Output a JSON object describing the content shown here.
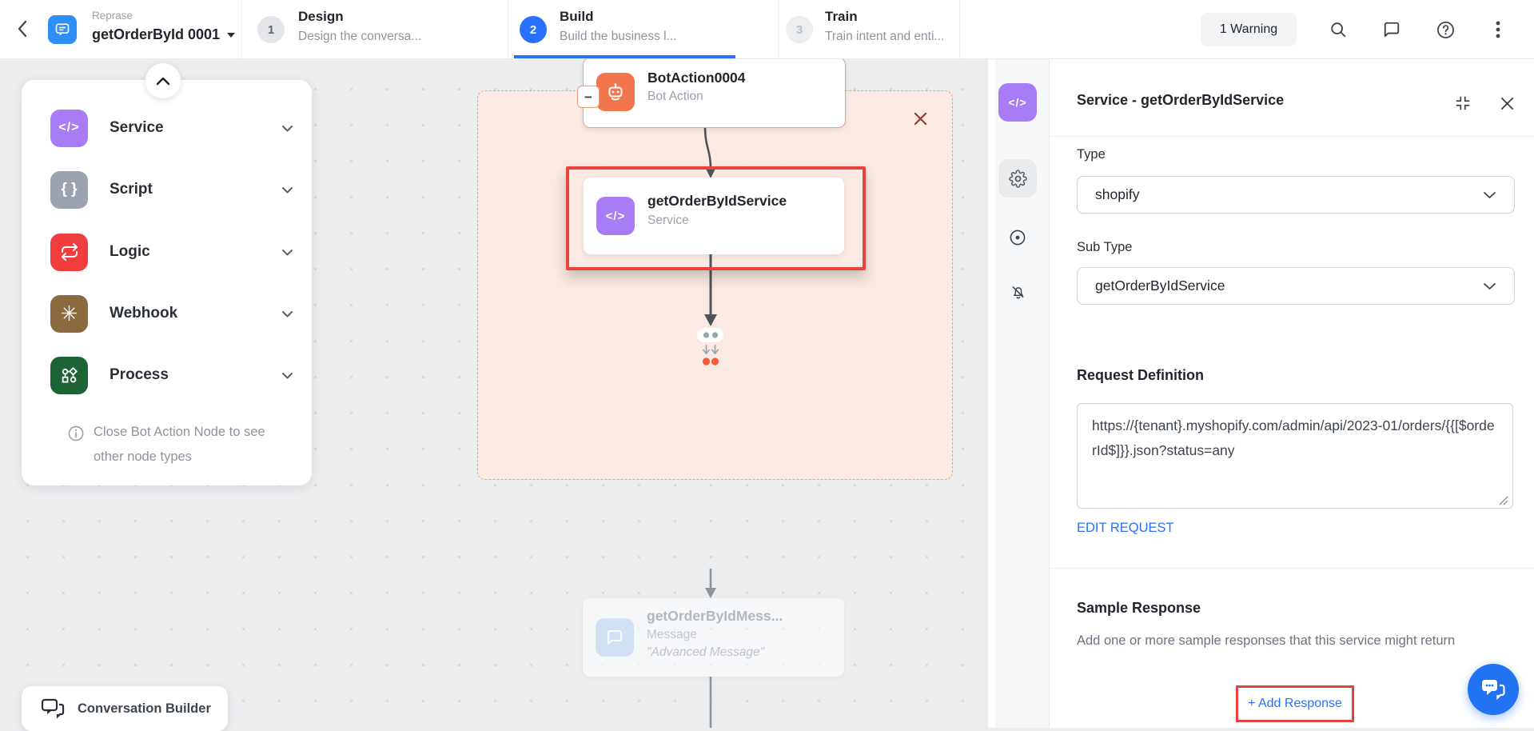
{
  "header": {
    "app_name": "Reprase",
    "bot_name": "getOrderById 0001",
    "steps": [
      {
        "num": "1",
        "label": "Design",
        "desc": "Design the conversa..."
      },
      {
        "num": "2",
        "label": "Build",
        "desc": "Build the business l..."
      },
      {
        "num": "3",
        "label": "Train",
        "desc": "Train intent and enti..."
      }
    ],
    "warning_label": "1 Warning"
  },
  "sidebar": {
    "items": [
      {
        "label": "Service",
        "glyph": "</>"
      },
      {
        "label": "Script",
        "glyph": "{ }"
      },
      {
        "label": "Logic",
        "glyph": ""
      },
      {
        "label": "Webhook",
        "glyph": "✳"
      },
      {
        "label": "Process",
        "glyph": ""
      }
    ],
    "info_text": "Close Bot Action Node to see other node types"
  },
  "canvas": {
    "bot_action_node": {
      "title": "BotAction0004",
      "subtitle": "Bot Action",
      "collapse_glyph": "−"
    },
    "service_node": {
      "title": "getOrderByIdService",
      "subtitle": "Service",
      "icon_glyph": "</>"
    },
    "message_node": {
      "title": "getOrderByIdMess...",
      "subtitle": "Message",
      "detail": "\"Advanced Message\""
    },
    "builder_badge": "Conversation Builder"
  },
  "panel": {
    "title": "Service - getOrderByIdService",
    "icon_glyph": "</>",
    "type_label": "Type",
    "type_value": "shopify",
    "subtype_label": "Sub Type",
    "subtype_value": "getOrderByIdService",
    "request_label": "Request Definition",
    "request_value": "https://{tenant}.myshopify.com/admin/api/2023-01/orders/{{[$orderId$]}}.json?status=any",
    "edit_request_label": "EDIT REQUEST",
    "sample_label": "Sample Response",
    "sample_desc": "Add one or more sample responses that this service might return",
    "add_response_label": "+ Add Response"
  },
  "colors": {
    "accent_blue": "#2970ff",
    "service_purple": "#a87cf5",
    "script_gray": "#9ca3af",
    "logic_red": "#f03e3e",
    "webhook_brown": "#8b6a3f",
    "process_green": "#1d6434",
    "bot_action_orange": "#f1764e",
    "selection_red": "#e8423e",
    "region_pink": "#fbe9e2",
    "fab_blue": "#2173f2"
  }
}
